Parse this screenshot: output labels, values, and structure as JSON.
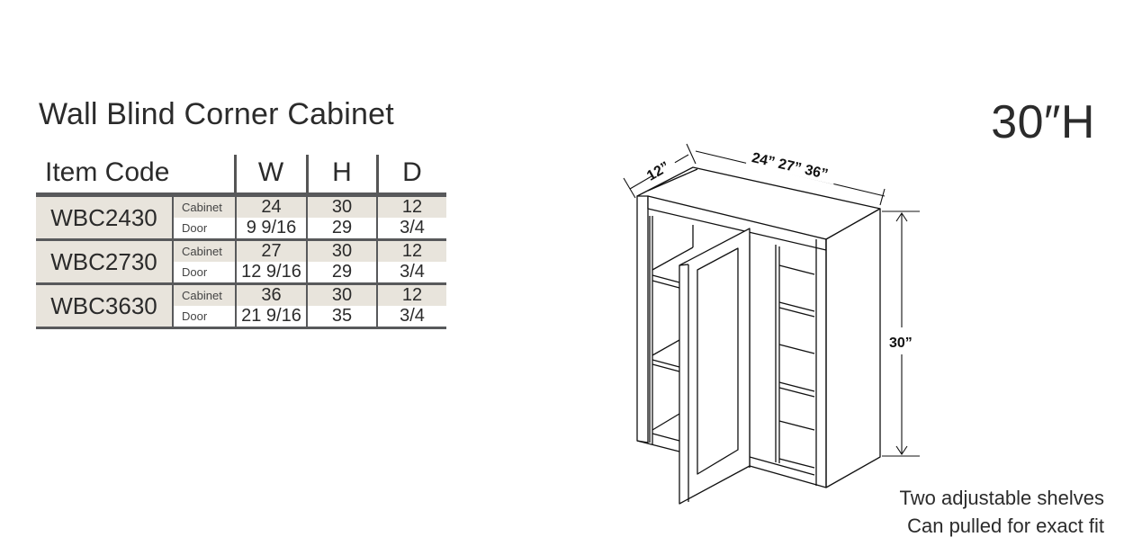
{
  "title": "Wall Blind Corner Cabinet",
  "height_badge": "30″H",
  "table": {
    "headers": {
      "item_code": "Item  Code",
      "w": "W",
      "h": "H",
      "d": "D"
    },
    "rows": [
      {
        "code": "WBC2430",
        "cabinet": {
          "label": "Cabinet",
          "w": "24",
          "h": "30",
          "d": "12"
        },
        "door": {
          "label": "Door",
          "w": "9 9/16",
          "h": "29",
          "d": "3/4"
        }
      },
      {
        "code": "WBC2730",
        "cabinet": {
          "label": "Cabinet",
          "w": "27",
          "h": "30",
          "d": "12"
        },
        "door": {
          "label": "Door",
          "w": "12 9/16",
          "h": "29",
          "d": "3/4"
        }
      },
      {
        "code": "WBC3630",
        "cabinet": {
          "label": "Cabinet",
          "w": "36",
          "h": "30",
          "d": "12"
        },
        "door": {
          "label": "Door",
          "w": "21 9/16",
          "h": "35",
          "d": "3/4"
        }
      }
    ]
  },
  "drawing": {
    "depth_label": "12”",
    "width_label": "24” 27” 36”",
    "height_label": "30”"
  },
  "notes": {
    "line1": "Two adjustable shelves",
    "line2": "Can pulled for exact fit"
  },
  "colors": {
    "row_shade": "#e8e4dc",
    "rule": "#58595b",
    "text": "#2b2b2b"
  }
}
